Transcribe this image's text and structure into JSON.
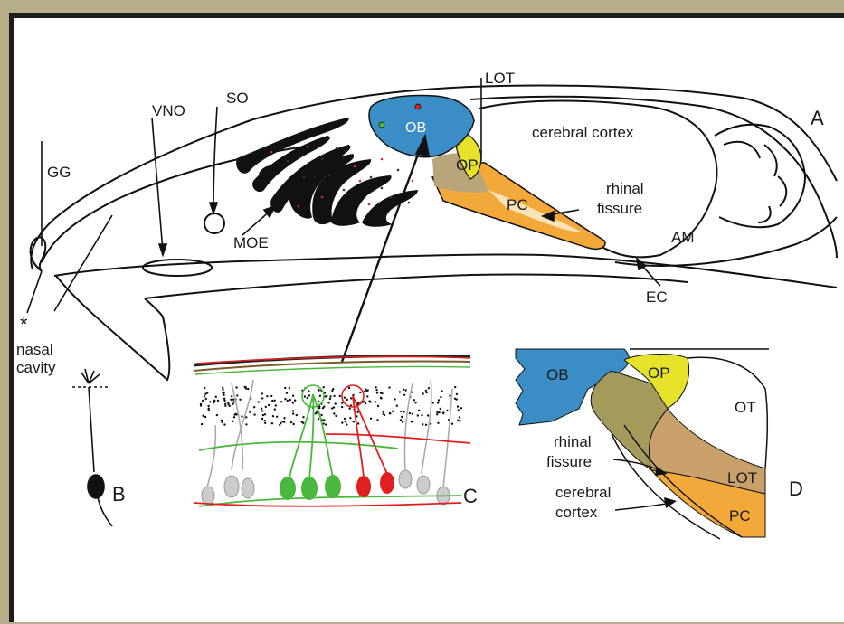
{
  "labels": {
    "gg": "GG",
    "vno": "VNO",
    "so": "SO",
    "moe": "MOE",
    "ob": "OB",
    "lot": "LOT",
    "op": "OP",
    "pc": "PC",
    "cerebral_cortex": "cerebral cortex",
    "rhinal_fissure_1": "rhinal",
    "rhinal_fissure_2": "fissure",
    "am": "AM",
    "ec": "EC",
    "nasal_cavity_1": "nasal",
    "nasal_cavity_2": "cavity",
    "asterisk": "*",
    "panel_a": "A",
    "panel_b": "B",
    "panel_c": "C",
    "panel_d": "D"
  },
  "inset_d": {
    "ob": "OB",
    "op": "OP",
    "ot": "OT",
    "lot": "LOT",
    "pc": "PC",
    "rhinal_1": "rhinal",
    "rhinal_2": "fissure",
    "cortex_1": "cerebral",
    "cortex_2": "cortex"
  },
  "colors": {
    "ob_blue": "#3a8dc5",
    "op_yellow": "#e6e22a",
    "pc_orange": "#f3a93a",
    "tubercle_olive": "#a39a5c",
    "tan": "#caa06a",
    "mitral_green": "#49b83c",
    "tufted_red": "#e0201e",
    "frame": "#b8ad8a"
  }
}
